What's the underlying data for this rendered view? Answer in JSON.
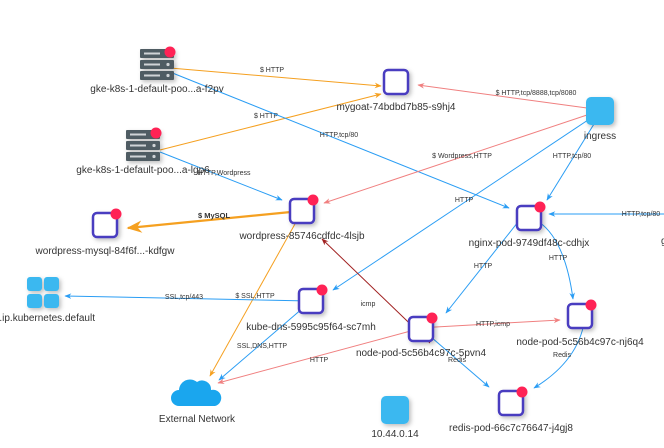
{
  "colors": {
    "pod_border": "#4a3cc0",
    "alert_dot": "#ff2255",
    "external_blue": "#3bb8f0",
    "server_gray": "#4f5b63",
    "edge_blue": "#2a9df4",
    "edge_orange": "#f5a020",
    "edge_pink": "#f08080",
    "edge_darkred": "#a02020"
  },
  "nodes": [
    {
      "id": "gke1",
      "type": "server",
      "label": "gke-k8s-1-default-poo...a-f2pv",
      "alert": true
    },
    {
      "id": "gke2",
      "type": "server",
      "label": "gke-k8s-1-default-poo...a-lgp6",
      "alert": true
    },
    {
      "id": "mygoat",
      "type": "pod",
      "label": "mygoat-74bdbd7b85-s9hj4",
      "alert": false
    },
    {
      "id": "ingress",
      "type": "external-box",
      "label": "ingress",
      "alert": false
    },
    {
      "id": "wpmysql",
      "type": "pod",
      "label": "wordpress-mysql-84f6f...-kdfgw",
      "alert": true
    },
    {
      "id": "wordpress",
      "type": "pod",
      "label": "wordpress-85746cdfdc-4lsjb",
      "alert": true
    },
    {
      "id": "nginx",
      "type": "pod",
      "label": "nginx-pod-9749df48c-cdhjx",
      "alert": true
    },
    {
      "id": "k8sdefault",
      "type": "grid",
      "label": "...ip.kubernetes.default",
      "alert": false
    },
    {
      "id": "kubedns",
      "type": "pod",
      "label": "kube-dns-5995c95f64-sc7mh",
      "alert": true
    },
    {
      "id": "nodepod1",
      "type": "pod",
      "label": "node-pod-5c56b4c97c-5pvn4",
      "alert": true
    },
    {
      "id": "nodepod2",
      "type": "pod",
      "label": "node-pod-5c56b4c97c-nj6q4",
      "alert": true
    },
    {
      "id": "extnet",
      "type": "cloud",
      "label": "External Network",
      "alert": false
    },
    {
      "id": "ip1044",
      "type": "external-box",
      "label": "10.44.0.14",
      "alert": false
    },
    {
      "id": "redis",
      "type": "pod",
      "label": "redis-pod-66c7c76647-j4gj8",
      "alert": true
    },
    {
      "id": "offscreen",
      "type": "offscreen",
      "label": "g",
      "alert": false
    }
  ],
  "edges": [
    {
      "from": "gke1",
      "to": "mygoat",
      "label": "$ HTTP",
      "color": "orange"
    },
    {
      "from": "gke2",
      "to": "mygoat",
      "label": "$ HTTP",
      "color": "orange"
    },
    {
      "from": "gke1",
      "to": "nginx",
      "label": "HTTP,tcp/80",
      "color": "blue"
    },
    {
      "from": "gke2",
      "to": "wordpress",
      "label": "HTTP,Wordpress",
      "color": "blue"
    },
    {
      "from": "ingress",
      "to": "mygoat",
      "label": "$ HTTP,tcp/8888,tcp/8080",
      "color": "pink"
    },
    {
      "from": "ingress",
      "to": "wordpress",
      "label": "$ Wordpress,HTTP",
      "color": "pink"
    },
    {
      "from": "ingress",
      "to": "nginx",
      "label": "HTTP,tcp/80",
      "color": "blue"
    },
    {
      "from": "ingress",
      "to": "kubedns",
      "label": "HTTP",
      "color": "blue"
    },
    {
      "from": "wordpress",
      "to": "wpmysql",
      "label": "$ MySQL",
      "color": "orange",
      "bold": true
    },
    {
      "from": "wordpress",
      "to": "extnet",
      "label": "",
      "color": "orange"
    },
    {
      "from": "offscreen",
      "to": "nginx",
      "label": "HTTP,tcp/80",
      "color": "blue"
    },
    {
      "from": "nginx",
      "to": "nodepod1",
      "label": "HTTP",
      "color": "blue"
    },
    {
      "from": "nginx",
      "to": "nodepod2",
      "label": "HTTP",
      "color": "blue"
    },
    {
      "from": "kubedns",
      "to": "k8sdefault",
      "label": "SSL,tcp/443",
      "color": "blue"
    },
    {
      "from": "kubedns",
      "to": "k8sdefault",
      "label": "$ SSL,HTTP",
      "color": "blue"
    },
    {
      "from": "kubedns",
      "to": "extnet",
      "label": "SSL,DNS,HTTP",
      "color": "blue"
    },
    {
      "from": "nodepod1",
      "to": "wordpress",
      "label": "icmp",
      "color": "darkred"
    },
    {
      "from": "nodepod1",
      "to": "nodepod2",
      "label": "HTTP,icmp",
      "color": "pink"
    },
    {
      "from": "nodepod1",
      "to": "extnet",
      "label": "HTTP",
      "color": "pink"
    },
    {
      "from": "nodepod1",
      "to": "redis",
      "label": "Redis",
      "color": "blue"
    },
    {
      "from": "nodepod2",
      "to": "redis",
      "label": "Redis",
      "color": "blue"
    }
  ]
}
